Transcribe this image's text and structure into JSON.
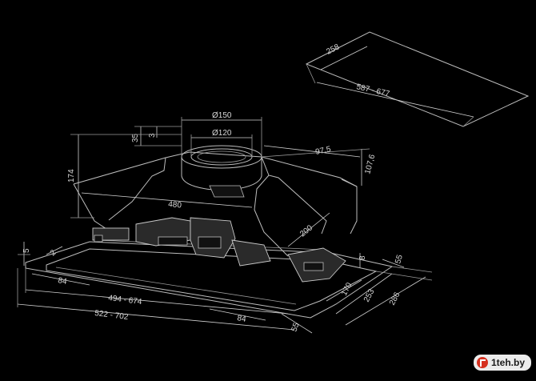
{
  "top_view": {
    "depth": "258",
    "width": "587 - 677"
  },
  "dimensions": {
    "outlet_outer": "Ø150",
    "outlet_inner": "Ø120",
    "flange_height": "35",
    "flange_inset": "3",
    "body_height": "174",
    "outlet_offset": "97,5",
    "outlet_side": "107,6",
    "body_width": "480",
    "body_depth": "200",
    "base_left": "5",
    "base_right": "8",
    "rim_left": "2",
    "lip": "55",
    "notch_left": "84",
    "notch_right": "84",
    "width_inner": "494 - 674",
    "width_outer": "522 - 702",
    "rim_front": "55",
    "depth_a": "170",
    "depth_b": "253",
    "depth_c": "286"
  },
  "watermark": {
    "text": "1teh.by"
  }
}
